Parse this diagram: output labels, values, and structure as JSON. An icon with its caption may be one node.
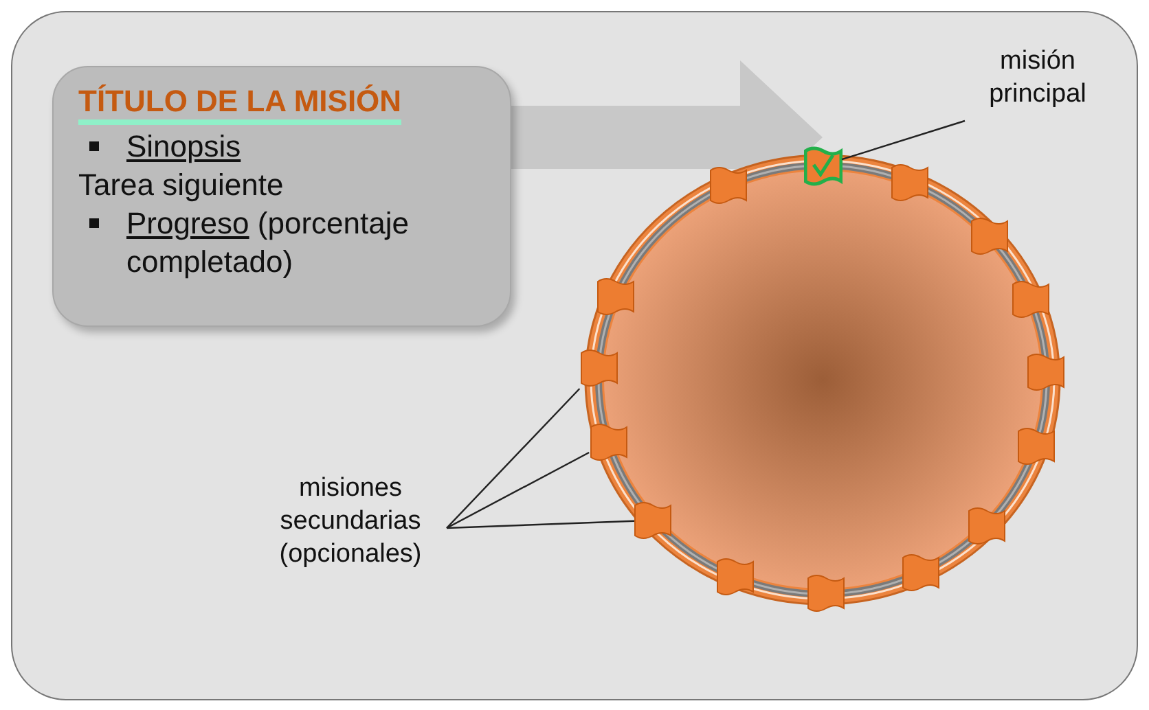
{
  "diagram": {
    "nodes": [
      {
        "text": [
          "TÍTULO DE LA MISIÓN",
          "Sinopsis",
          "Tarea siguiente",
          "Progreso (porcentaje completado)"
        ]
      },
      {
        "text": [],
        "shape": "circle"
      },
      {
        "text": [],
        "shape": "box",
        "in": 1
      },
      {
        "text": [
          "misión principal"
        ]
      },
      {
        "text": [
          "misiones secundarias (opcionales)"
        ]
      },
      {
        "text": [],
        "shape": "box",
        "in": 1
      },
      {
        "text": [],
        "shape": "box",
        "in": 1
      },
      {
        "text": [],
        "shape": "box",
        "in": 1
      },
      {
        "text": [],
        "shape": "box",
        "in": 1
      },
      {
        "text": [],
        "shape": "box",
        "in": 1
      },
      {
        "text": [],
        "shape": "box",
        "in": 1
      },
      {
        "text": [],
        "shape": "box",
        "in": 1
      },
      {
        "text": [],
        "shape": "box",
        "in": 1
      },
      {
        "text": [],
        "shape": "box",
        "in": 1
      },
      {
        "text": [],
        "shape": "box",
        "in": 1
      },
      {
        "text": [],
        "shape": "box",
        "in": 1
      },
      {
        "text": [],
        "shape": "box",
        "in": 1
      },
      {
        "text": [],
        "shape": "box",
        "in": 1
      },
      {
        "text": [],
        "shape": "box",
        "in": 1
      }
    ],
    "edges": [
      {
        "from": 0,
        "to": 1,
        "arrow": "to",
        "style": "thick",
        "color": "#c4c4c4"
      },
      {
        "from": 3,
        "to": 2,
        "arrow": "none"
      },
      {
        "from": 4,
        "to": 5,
        "arrow": "none"
      },
      {
        "from": 4,
        "to": 6,
        "arrow": "none"
      },
      {
        "from": 4,
        "to": 8,
        "arrow": "none"
      }
    ]
  }
}
